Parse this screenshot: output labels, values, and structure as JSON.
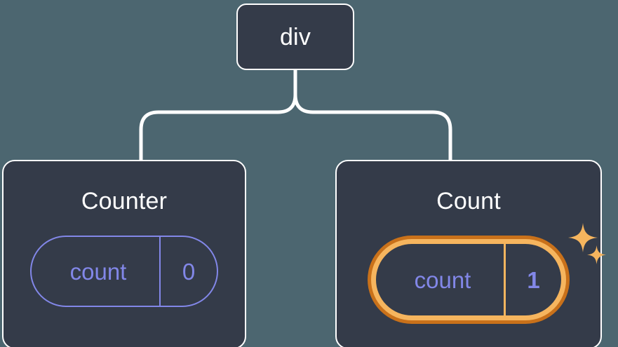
{
  "diagram": {
    "type": "component-tree",
    "background_color": "#4c6670",
    "node_fill_color": "#343b49",
    "node_border_color": "#ffffff",
    "connector_color": "#ffffff",
    "state_accent_color": "#8287e8",
    "highlight_outer_color": "#c9711a",
    "highlight_inner_color": "#f6b55e"
  },
  "root": {
    "label": "div"
  },
  "children": [
    {
      "title": "Counter",
      "highlighted": false,
      "state": {
        "key": "count",
        "value": "0"
      }
    },
    {
      "title": "Count",
      "highlighted": true,
      "state": {
        "key": "count",
        "value": "1"
      },
      "icons": [
        "sparkle-large-icon",
        "sparkle-small-icon"
      ]
    }
  ]
}
